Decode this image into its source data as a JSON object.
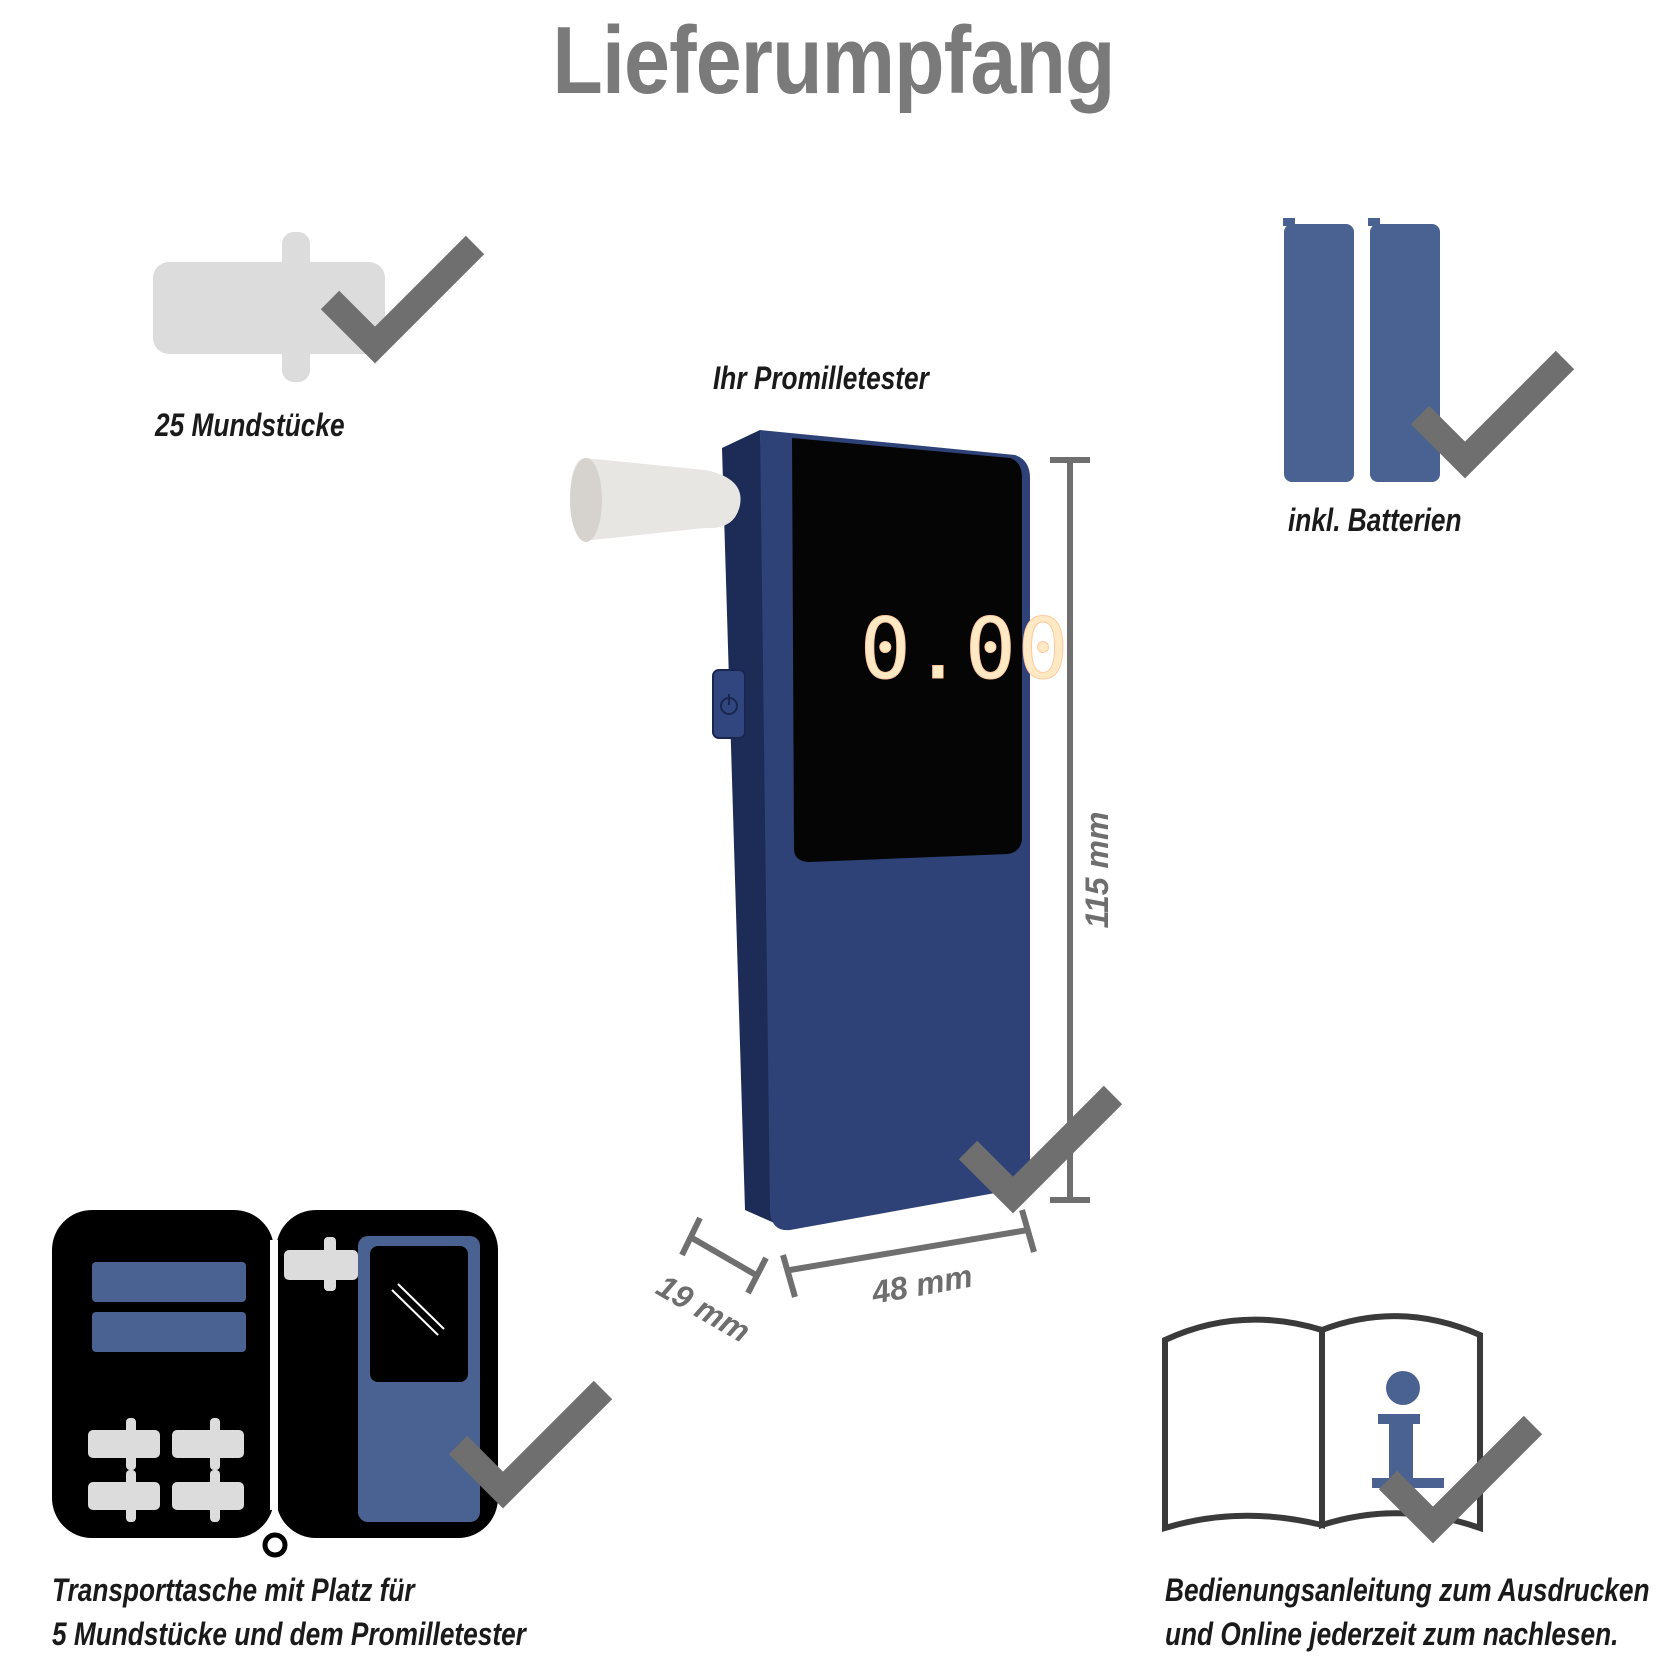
{
  "title": "Lieferumpfang",
  "items": {
    "mouthpieces": "25 Mundstücke",
    "tester": "Ihr Promilletester",
    "batteries": "inkl. Batterien",
    "case_line1": "Transporttasche mit Platz für",
    "case_line2": "5 Mundstücke und dem Promilletester",
    "manual_line1": "Bedienungsanleitung zum Ausdrucken",
    "manual_line2": "und Online jederzeit zum nachlesen."
  },
  "device": {
    "display_value": "0.00"
  },
  "dimensions": {
    "height": "115 mm",
    "width": "48 mm",
    "depth": "19 mm"
  },
  "colors": {
    "accent_blue": "#4a6291",
    "device_blue": "#2c3f75",
    "check_gray": "#6f6f6f",
    "light_gray": "#dcdcdc"
  }
}
